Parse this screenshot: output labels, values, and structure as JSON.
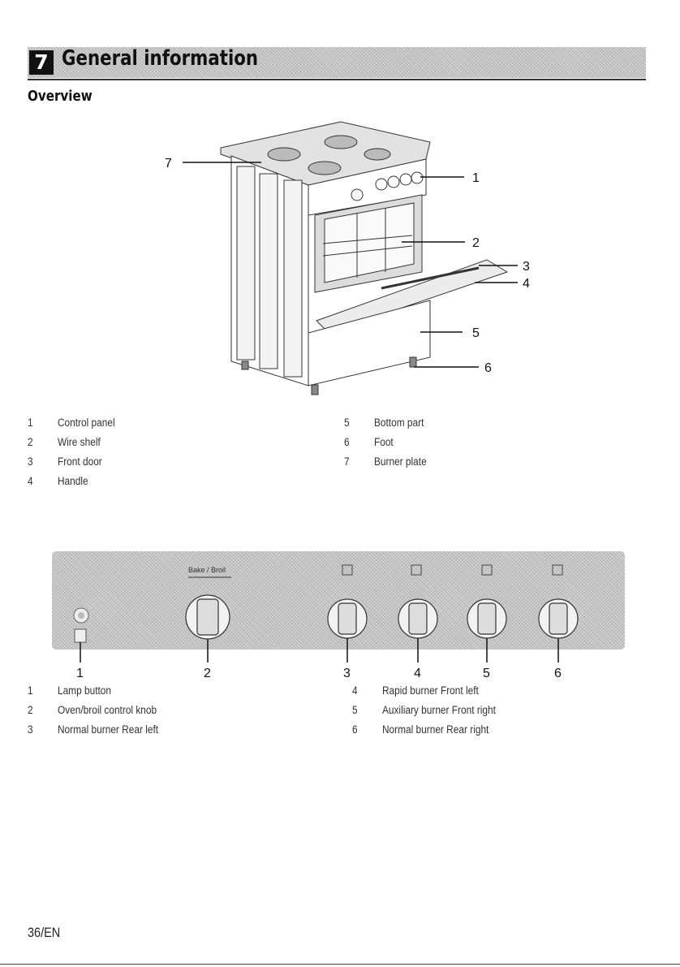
{
  "header": {
    "chapter_number": "7",
    "chapter_title": "General information"
  },
  "section": {
    "title": "Overview"
  },
  "oven_figure": {
    "callouts": [
      "7",
      "1",
      "2",
      "3",
      "4",
      "5",
      "6"
    ],
    "legend": [
      {
        "num": "1",
        "label": "Control panel"
      },
      {
        "num": "2",
        "label": "Wire shelf"
      },
      {
        "num": "3",
        "label": "Front door"
      },
      {
        "num": "4",
        "label": "Handle"
      },
      {
        "num": "5",
        "label": "Bottom part"
      },
      {
        "num": "6",
        "label": "Foot"
      },
      {
        "num": "7",
        "label": "Burner plate"
      }
    ]
  },
  "panel_figure": {
    "knob_label": "Bake / Broil",
    "callouts": [
      "1",
      "2",
      "3",
      "4",
      "5",
      "6"
    ],
    "legend": [
      {
        "num": "1",
        "label": "Lamp button"
      },
      {
        "num": "2",
        "label": "Oven/broil control knob"
      },
      {
        "num": "3",
        "label": "Normal burner Rear left"
      },
      {
        "num": "4",
        "label": "Rapid burner Front left"
      },
      {
        "num": "5",
        "label": "Auxiliary burner Front right"
      },
      {
        "num": "6",
        "label": "Normal burner Rear right"
      }
    ]
  },
  "footer": {
    "page_number": "36/EN"
  }
}
